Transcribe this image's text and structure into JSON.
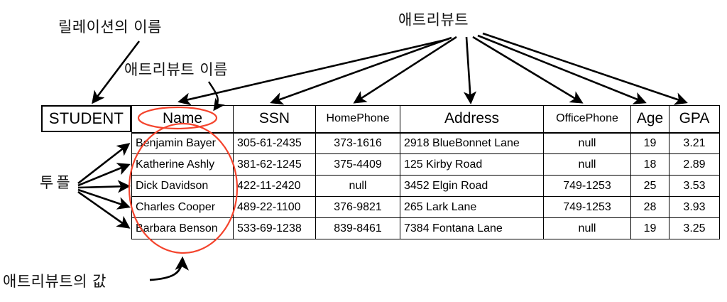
{
  "figure": {
    "kind": "relational-schema-diagram",
    "accent_color": "#f4432c",
    "line_color": "#000000",
    "background": "#ffffff"
  },
  "annotations": {
    "relation_name": "릴레이션의 이름",
    "attribute_name": "애트리뷰트 이름",
    "attributes": "애트리뷰트",
    "tuple": "투플",
    "attribute_values": "애트리뷰트의 값"
  },
  "relation": {
    "name": "STUDENT"
  },
  "table": {
    "columns": [
      "Name",
      "SSN",
      "HomePhone",
      "Address",
      "OfficePhone",
      "Age",
      "GPA"
    ],
    "rows": [
      {
        "Name": "Benjamin Bayer",
        "SSN": "305-61-2435",
        "HomePhone": "373-1616",
        "Address": "2918 BlueBonnet Lane",
        "OfficePhone": "null",
        "Age": "19",
        "GPA": "3.21"
      },
      {
        "Name": "Katherine Ashly",
        "SSN": "381-62-1245",
        "HomePhone": "375-4409",
        "Address": "125 Kirby Road",
        "OfficePhone": "null",
        "Age": "18",
        "GPA": "2.89"
      },
      {
        "Name": "Dick Davidson",
        "SSN": "422-11-2420",
        "HomePhone": "null",
        "Address": "3452 Elgin Road",
        "OfficePhone": "749-1253",
        "Age": "25",
        "GPA": "3.53"
      },
      {
        "Name": "Charles Cooper",
        "SSN": "489-22-1100",
        "HomePhone": "376-9821",
        "Address": "265 Lark Lane",
        "OfficePhone": "749-1253",
        "Age": "28",
        "GPA": "3.93"
      },
      {
        "Name": "Barbara Benson",
        "SSN": "533-69-1238",
        "HomePhone": "839-8461",
        "Address": "7384 Fontana Lane",
        "OfficePhone": "null",
        "Age": "19",
        "GPA": "3.25"
      }
    ]
  }
}
